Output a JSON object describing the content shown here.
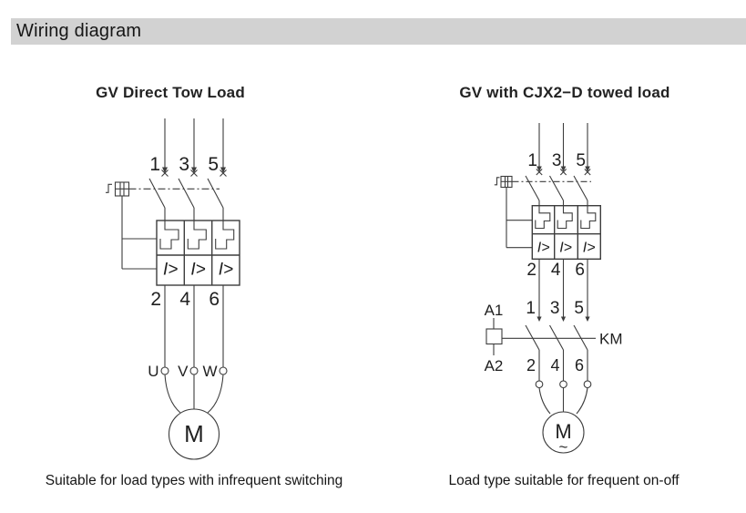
{
  "header": {
    "title": "Wiring diagram"
  },
  "colors": {
    "line": "#3d3d3d",
    "header_bg": "#d2d2d2",
    "text": "#1f1f1f",
    "background": "#ffffff"
  },
  "left": {
    "title": "GV Direct Tow Load",
    "caption": "Suitable for load types with infrequent switching",
    "pole_top": [
      "1",
      "3",
      "5"
    ],
    "pole_bottom": [
      "2",
      "4",
      "6"
    ],
    "overload_label": "I>",
    "motor_terminals": [
      "U",
      "V",
      "W"
    ],
    "motor_label": "M"
  },
  "right": {
    "title": "GV with CJX2−D towed load",
    "caption": "Load type suitable for frequent on-off",
    "breaker_top": [
      "1",
      "3",
      "5"
    ],
    "breaker_bottom": [
      "2",
      "4",
      "6"
    ],
    "overload_label": "I>",
    "contactor_top": [
      "1",
      "3",
      "5"
    ],
    "contactor_bottom": [
      "2",
      "4",
      "6"
    ],
    "coil_top_label": "A1",
    "coil_bottom_label": "A2",
    "contactor_label": "KM",
    "motor_label": "M",
    "motor_wave": "~"
  }
}
